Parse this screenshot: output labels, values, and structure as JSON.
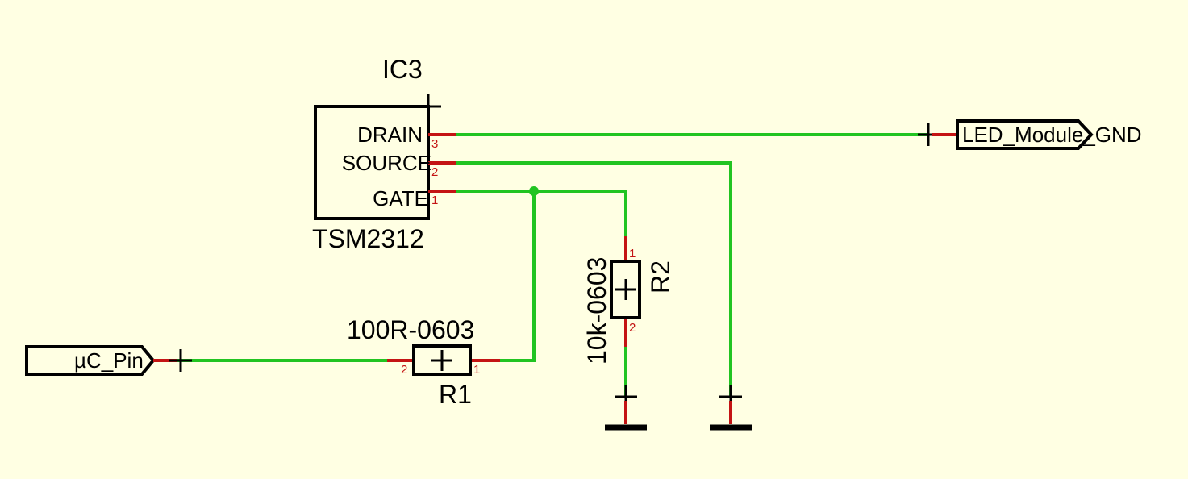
{
  "ic3": {
    "designator": "IC3",
    "part": "TSM2312",
    "pins": [
      {
        "name": "DRAIN",
        "number": "3"
      },
      {
        "name": "SOURCE",
        "number": "2"
      },
      {
        "name": "GATE",
        "number": "1"
      }
    ]
  },
  "r1": {
    "designator": "R1",
    "value": "100R-0603",
    "pin_a": "2",
    "pin_b": "1"
  },
  "r2": {
    "designator": "R2",
    "value": "10k-0603",
    "pin_a": "1",
    "pin_b": "2"
  },
  "ports": {
    "output": "LED_Module_GND",
    "input": "µC_Pin"
  },
  "colors": {
    "background": "#ffffe3",
    "wire": "#21c421",
    "pin": "#c41414",
    "body": "#000000"
  }
}
